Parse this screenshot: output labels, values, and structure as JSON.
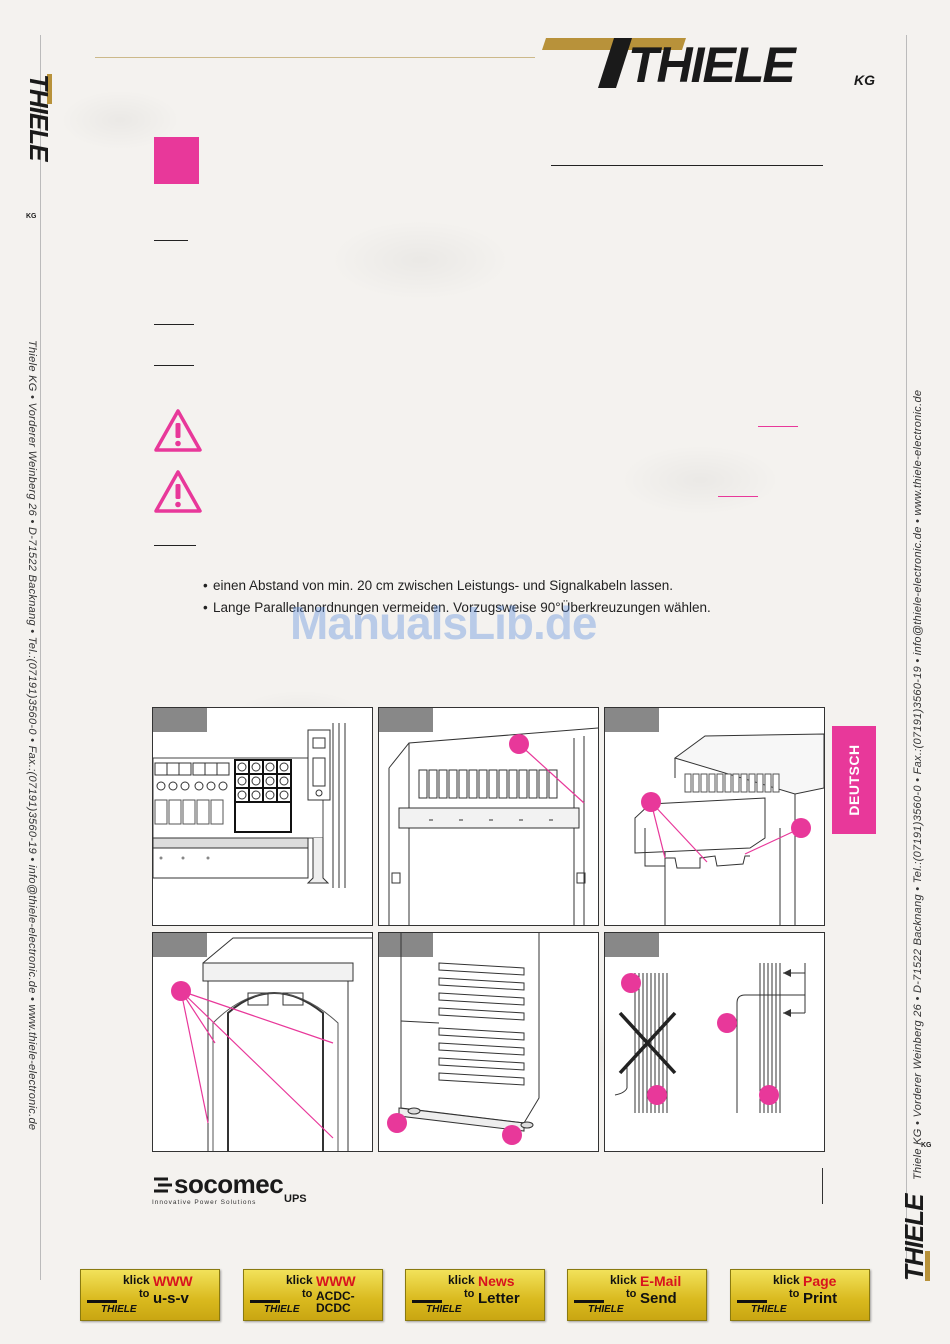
{
  "brand": {
    "logo_text": "THIELE",
    "logo_suffix": "KG",
    "accent_gold": "#b8923a",
    "accent_dark": "#1a1a1a"
  },
  "side_text": {
    "left": "Thiele KG • Vorderer Weinberg 26 • D-71522 Backnang • Tel.:(07191)3560-0 • Fax.:(07191)3560-19 • info@thiele-electronic.de • www.thiele-electronic.de",
    "right": "Thiele KG • Vorderer Weinberg 26 • D-71522 Backnang • Tel.:(07191)3560-0 • Fax.:(07191)3560-19 • info@thiele-electronic.de • www.thiele-electronic.de"
  },
  "content": {
    "section_color": "#e8389a",
    "bullets": [
      "einen Abstand von min. 20 cm zwischen Leistungs- und Signalkabeln lassen.",
      "Lange Parallelanordnungen vermeiden. Vorzugsweise 90°Überkreuzungen wählen."
    ],
    "watermark": "ManualsLib.de"
  },
  "figures": {
    "marker_color": "#e8389a",
    "count": 6
  },
  "language_tab": "DEUTSCH",
  "footer": {
    "socomec_brand": "socomec",
    "socomec_tagline": "Innovative Power Solutions",
    "socomec_ups": "UPS"
  },
  "buttons": [
    {
      "klick": "klick",
      "to": "to",
      "line1": "WWW",
      "line2": "u-s-v"
    },
    {
      "klick": "klick",
      "to": "to",
      "line1": "WWW",
      "line2": "ACDC-DCDC"
    },
    {
      "klick": "klick",
      "to": "to",
      "line1": "News",
      "line2": "Letter"
    },
    {
      "klick": "klick",
      "to": "to",
      "line1": "E-Mail",
      "line2": "Send"
    },
    {
      "klick": "klick",
      "to": "to",
      "line1": "Page",
      "line2": "Print"
    }
  ]
}
